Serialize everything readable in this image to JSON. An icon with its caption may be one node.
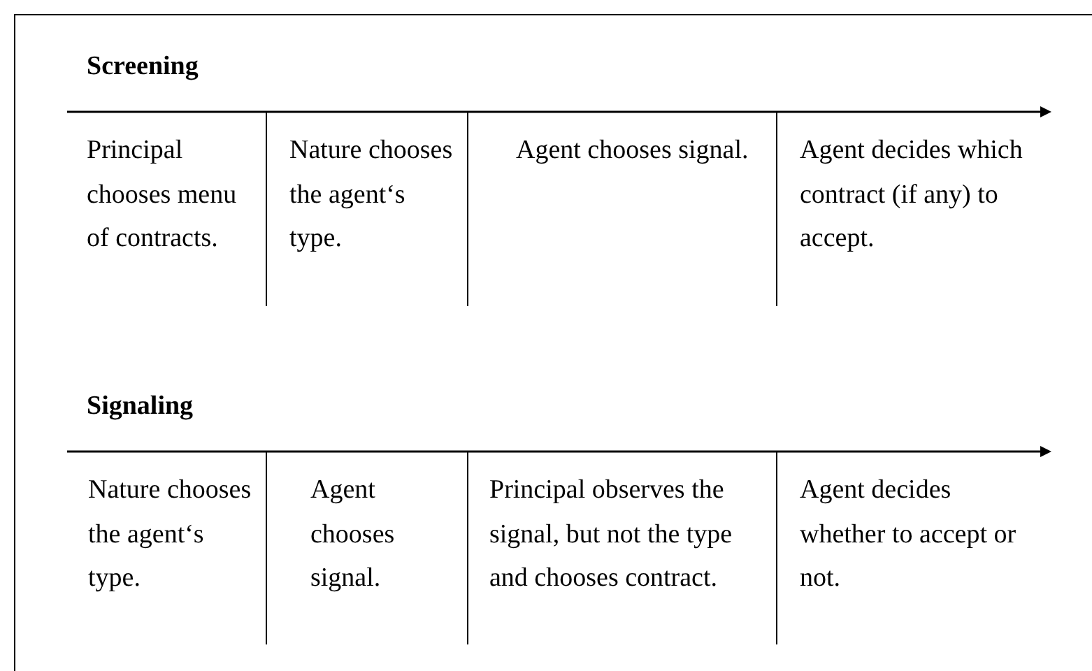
{
  "diagram": {
    "labels": [
      "Screening",
      "Principal chooses menu of contracts.",
      "Nature chooses the agent‘s type.",
      "Agent chooses signal.",
      "Agent decides which contract (if any) to accept.",
      "Signaling",
      "Nature chooses the agent‘s type.",
      "Agent chooses signal.",
      "Principal observes the signal, but not the type and chooses contract.",
      "Agent decides whether to accept or not."
    ]
  }
}
